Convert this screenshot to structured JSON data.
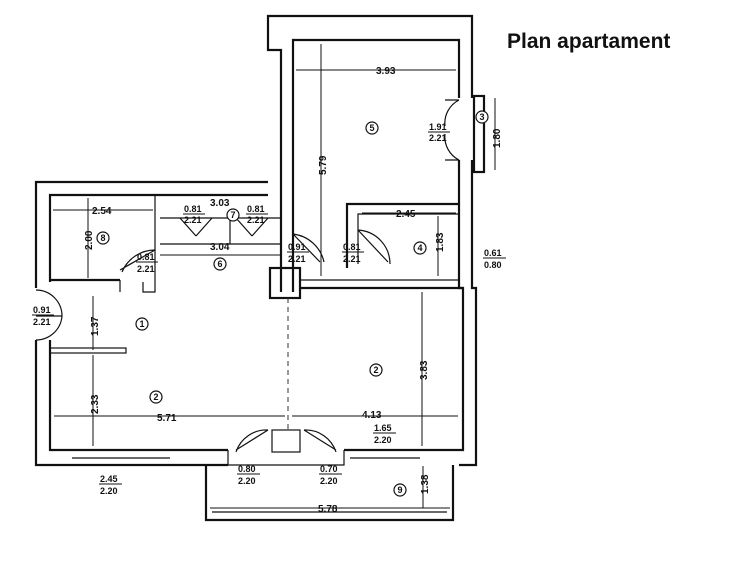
{
  "title": "Plan apartament",
  "dimensions": {
    "d393": "3.93",
    "d579": "5.79",
    "d180": "1.80",
    "d254": "2.54",
    "d200": "2.00",
    "d303": "3.03",
    "d304": "3.04",
    "d245a": "2.45",
    "d183": "1.83",
    "d137": "1.37",
    "d233": "2.33",
    "d571": "5.71",
    "d413": "4.13",
    "d383": "3.83",
    "d578": "5.78",
    "d138": "1.38"
  },
  "openings": {
    "o191": {
      "top": "1.91",
      "bottom": "2.21"
    },
    "o081a": {
      "top": "0.81",
      "bottom": "2.21"
    },
    "o081b": {
      "top": "0.81",
      "bottom": "2.21"
    },
    "o081c": {
      "top": "0.81",
      "bottom": "2.21"
    },
    "o091a": {
      "top": "0.91",
      "bottom": "2.21"
    },
    "o081d": {
      "top": "0.81",
      "bottom": "2.21"
    },
    "o061": {
      "top": "0.61",
      "bottom": "0.80"
    },
    "o091b": {
      "top": "0.91",
      "bottom": "2.21"
    },
    "o165": {
      "top": "1.65",
      "bottom": "2.20"
    },
    "o245": {
      "top": "2.45",
      "bottom": "2.20"
    },
    "o080": {
      "top": "0.80",
      "bottom": "2.20"
    },
    "o070": {
      "top": "0.70",
      "bottom": "2.20"
    }
  },
  "rooms": {
    "r1": "1",
    "r2a": "2",
    "r2b": "2",
    "r3": "3",
    "r4": "4",
    "r5": "5",
    "r6": "6",
    "r7": "7",
    "r8": "8",
    "r9": "9"
  }
}
